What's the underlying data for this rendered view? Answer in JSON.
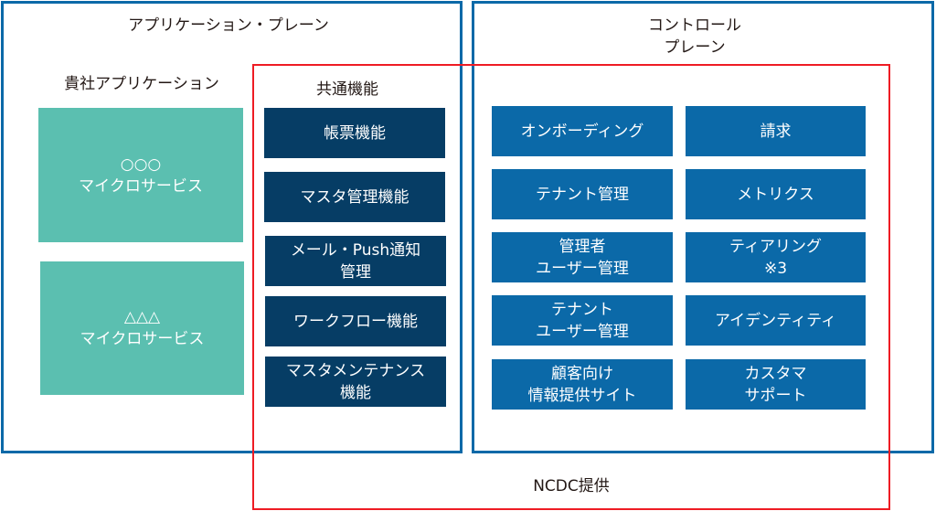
{
  "application_plane": {
    "title": "アプリケーション・プレーン",
    "your_app": {
      "title": "貴社アプリケーション",
      "services": [
        "○○○\nマイクロサービス",
        "△△△\nマイクロサービス"
      ]
    },
    "common": {
      "title": "共通機能",
      "items": [
        "帳票機能",
        "マスタ管理機能",
        "メール・Push通知\n管理",
        "ワークフロー機能",
        "マスタメンテナンス\n機能"
      ]
    }
  },
  "control_plane": {
    "title": "コントロール\nプレーン",
    "items": [
      "オンボーディング",
      "請求",
      "テナント管理",
      "メトリクス",
      "管理者\nユーザー管理",
      "ティアリング\n※3",
      "テナント\nユーザー管理",
      "アイデンティティ",
      "顧客向け\n情報提供サイト",
      "カスタマ\nサポート"
    ]
  },
  "ncdc_label": "NCDC提供",
  "colors": {
    "frame": "#0b69a8",
    "ncdc": "#ee1c24",
    "your_app": "#5bbfb0",
    "common": "#063d65",
    "control": "#0b69a8"
  }
}
